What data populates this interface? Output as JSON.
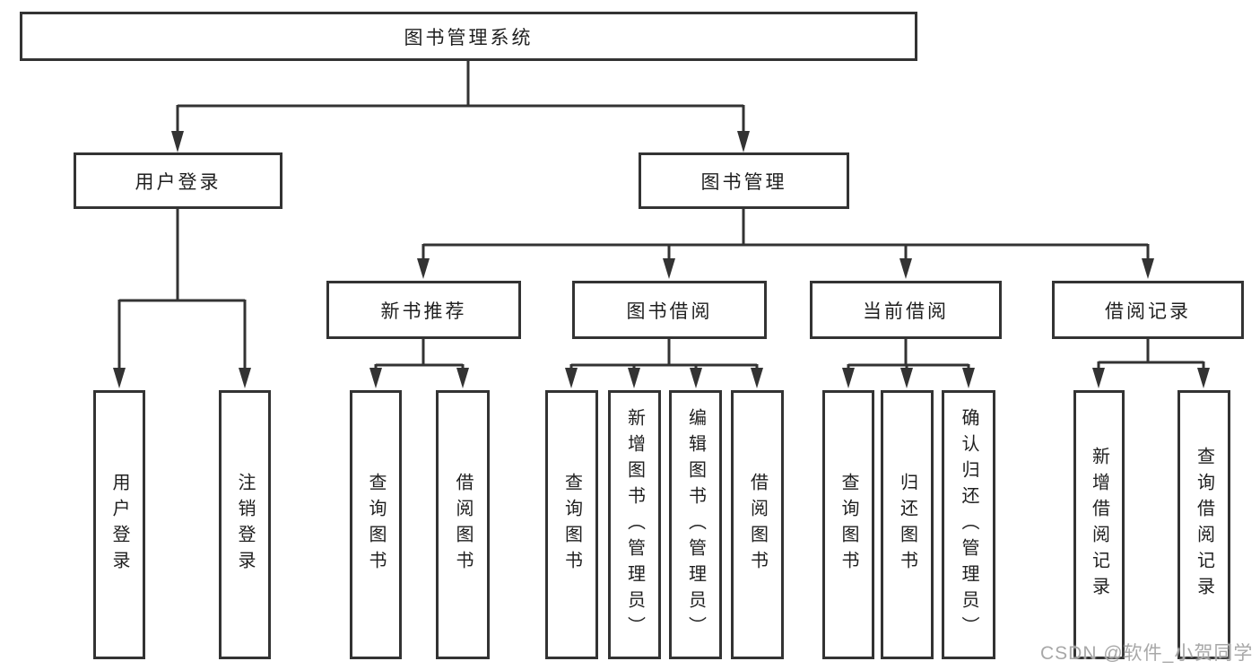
{
  "diagram_title": "图书管理系统",
  "tree": {
    "label": "图书管理系统",
    "children": [
      {
        "label": "用户登录",
        "children": [
          {
            "label": "用户登录"
          },
          {
            "label": "注销登录"
          }
        ]
      },
      {
        "label": "图书管理",
        "children": [
          {
            "label": "新书推荐",
            "children": [
              {
                "label": "查询图书"
              },
              {
                "label": "借阅图书"
              }
            ]
          },
          {
            "label": "图书借阅",
            "children": [
              {
                "label": "查询图书"
              },
              {
                "label": "新增图书（管理员）"
              },
              {
                "label": "编辑图书（管理员）"
              },
              {
                "label": "借阅图书"
              }
            ]
          },
          {
            "label": "当前借阅",
            "children": [
              {
                "label": "查询图书"
              },
              {
                "label": "归还图书"
              },
              {
                "label": "确认归还（管理员）"
              }
            ]
          },
          {
            "label": "借阅记录",
            "children": [
              {
                "label": "新增借阅记录"
              },
              {
                "label": "查询借阅记录"
              }
            ]
          }
        ]
      }
    ]
  },
  "watermark": {
    "text": "CSDN @软件_小贺同学"
  },
  "colors": {
    "line": "#333333",
    "node_border": "#333333",
    "node_fill": "#ffffff",
    "text": "#1f1f1f",
    "watermark": "#a8a8a8",
    "background": "#ffffff"
  }
}
